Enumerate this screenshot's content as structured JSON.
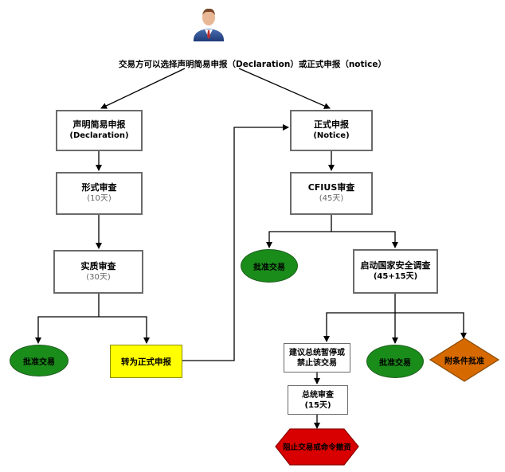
{
  "title": "交易方可以选择声明简易申报（Declaration）或正式申报（notice）",
  "left": {
    "declaration": {
      "line1": "声明简易申报",
      "line2": "(Declaration)"
    },
    "formal_review": {
      "line1": "形式审查",
      "line2": "(10天)"
    },
    "substantive_review": {
      "line1": "实质审查",
      "line2": "(30天)"
    },
    "approve": "批准交易",
    "convert": "转为正式申报"
  },
  "right": {
    "notice": {
      "line1": "正式申报",
      "line2": "(Notice)"
    },
    "cfius_review": {
      "line1": "CFIUS审查",
      "line2": "(45天)"
    },
    "approve": "批准交易",
    "investigation": {
      "line1": "启动国家安全调查",
      "line2": "(45+15天)"
    },
    "recommend": {
      "line1": "建议总统暂停或",
      "line2": "禁止该交易"
    },
    "approve2": "批准交易",
    "conditional": "附条件批准",
    "president_review": {
      "line1": "总统审查",
      "line2": "(15天)"
    },
    "block": "阻止交易或命令撤资"
  },
  "colors": {
    "green": "#1a8c1a",
    "yellow": "#ffff00",
    "orange": "#d66a00",
    "red": "#d80000",
    "box_border": "#6b6b6b"
  }
}
